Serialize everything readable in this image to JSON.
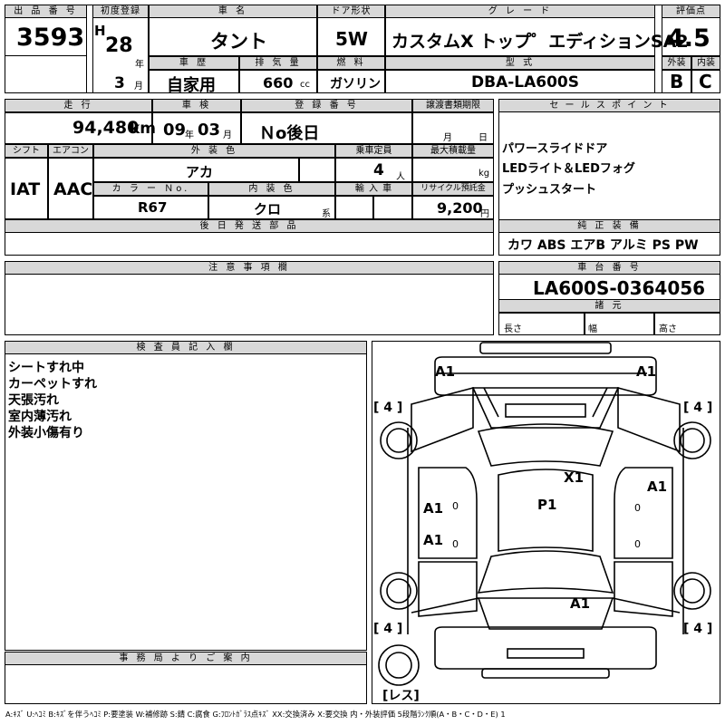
{
  "row1": {
    "lot_label": "出 品 番 号",
    "lot_value": "3593",
    "first_reg_label": "初度登録",
    "era": "H",
    "year_value": "28",
    "year_unit": "年",
    "month_value": "3",
    "month_unit": "月",
    "car_name_label": "車 名",
    "car_name_value": "タント",
    "door_label": "ドア形状",
    "door_value": "5W",
    "grade_label": "グ レ ー ド",
    "grade_value": "カスタムX トップ゜エディションSA2",
    "score_label": "評価点",
    "score_value": "4.5",
    "ext_label": "外装",
    "ext_value": "B",
    "int_label": "内装",
    "int_value": "C",
    "history_label": "車 歴",
    "history_value": "自家用",
    "displacement_label": "排 気 量",
    "displacement_value": "660",
    "displacement_unit": "cc",
    "fuel_label": "燃 料",
    "fuel_value": "ガソリン",
    "model_label": "型 式",
    "model_value": "DBA-LA600S"
  },
  "row2": {
    "mileage_label": "走 行",
    "mileage_value": "94,480",
    "mileage_unit": "km",
    "inspection_label": "車 検",
    "inspection_year": "09",
    "year_unit": "年",
    "inspection_month": "03",
    "month_unit": "月",
    "regno_label": "登 録 番 号",
    "regno_value": "Ｎo後日",
    "transfer_label": "譲渡書類期限",
    "transfer_month": "月",
    "transfer_day": "日",
    "shift_label": "シフト",
    "shift_value": "IAT",
    "ac_label": "エアコン",
    "ac_value": "AAC",
    "color_label": "外 装 色",
    "color_value": "アカ",
    "capacity_label": "乗車定員",
    "capacity_value": "4",
    "capacity_unit": "人",
    "load_label": "最大積載量",
    "load_unit": "kg",
    "color_no_label": "カ ラ ー Ｎo.",
    "color_no_value": "R67",
    "interior_label": "内 装 色",
    "interior_value": "クロ",
    "interior_unit": "系",
    "import_label": "輸 入 車",
    "recycle_label": "リサイクル預託金",
    "recycle_value": "9,200",
    "recycle_unit": "円",
    "later_label": "後 日 発 送 部 品"
  },
  "sales": {
    "label": "セ ー ル ス ポ イ ン ト",
    "points": [
      "パワースライドドア",
      "LEDライト＆LEDフォグ",
      "プッシュスタート"
    ]
  },
  "equipment": {
    "label": "純 正 装 備",
    "value": "カワ ABS エアB アルミ PS PW"
  },
  "notes": {
    "label": "注 意 事 項 欄"
  },
  "chassis": {
    "label": "車 台 番 号",
    "value": "LA600S-0364056",
    "spec_label": "諸 元",
    "length_label": "長さ",
    "width_label": "幅",
    "height_label": "高さ"
  },
  "inspector": {
    "label": "検 査 員 記 入 欄",
    "lines": [
      "シートすれ中",
      "カーペットすれ",
      "天張汚れ",
      "室内薄汚れ",
      "外装小傷有り"
    ]
  },
  "office": {
    "label": "事 務 局 よ り ご 案 内"
  },
  "diagram": {
    "marks": [
      "A1",
      "A1",
      "X1",
      "A1",
      "P1",
      "A1",
      "A1",
      "A1"
    ],
    "zero": "0",
    "tires": [
      "[ 4 ]",
      "[ 4 ]",
      "[ 4 ]",
      "[ 4 ]"
    ],
    "spare": "[レス]"
  },
  "legend": "A:ｷｽﾞ U:ﾍｺﾐ B:ｷｽﾞを伴うﾍｺﾐ P:要塗装 W:補修跡 S:錆 C:腐食 G:ﾌﾛﾝﾄｶﾞﾗｽ点ｷｽﾞ XX:交換済み X:要交換 内・外装評価 5段階ﾗﾝｸ順(A・B・C・D・E) 1"
}
